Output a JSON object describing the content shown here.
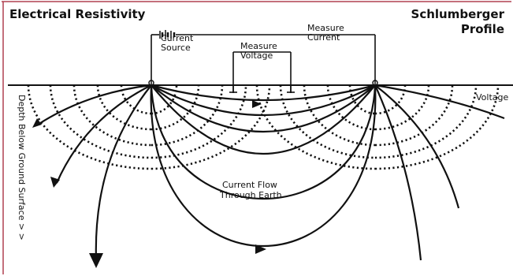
{
  "diagram": {
    "title": "Electrical Resistivity",
    "profile_title_line1": "Schlumberger",
    "profile_title_line2": "Profile",
    "current_source_line1": "Current",
    "current_source_line2": "Source",
    "measure_current_line1": "Measure",
    "measure_current_line2": "Current",
    "measure_voltage_line1": "Measure",
    "measure_voltage_line2": "Voltage",
    "voltage_label": "Voltage",
    "current_flow_line1": "Current Flow",
    "current_flow_line2": "Through Earth",
    "depth_label": "Depth Below Ground Surface > >",
    "colors": {
      "ink": "#111111",
      "frame_accent": "#b04050",
      "background": "#ffffff"
    }
  }
}
